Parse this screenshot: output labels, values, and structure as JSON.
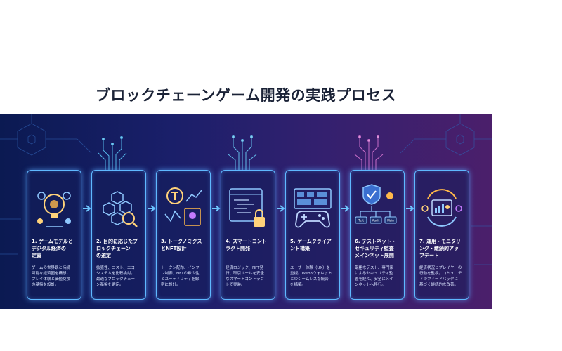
{
  "title": "ブロックチェーンゲーム開発の実践プロセス",
  "steps": [
    {
      "title": "1. ゲームモデルと\nデジタル経済の\n定義",
      "desc": "ゲームの世界観と持続\n可能な経済圏を構想。\nプレイ体験と価値交換\nの基盤を設計。",
      "icon": "bulb-gears-icon"
    },
    {
      "title": "2. 目的に応じたブ\nロックチェーン\nの選定",
      "desc": "拡張性、コスト、エコ\nシステムを比較検討。\n最適なブロックチェー\nン基盤を選定。",
      "icon": "network-magnifier-icon"
    },
    {
      "title": "3. トークノミクス\nとNFT設計",
      "desc": "トークン配布、インフ\nレ制御、NFTの希少性\nとユーティリティを綿\n密に設計。",
      "icon": "token-nft-icon"
    },
    {
      "title": "4. スマートコント\nラクト開発",
      "desc": "経済ロジック、NFT発\n行、取引ルールを安全\nなスマートコントラク\nトで実装。",
      "icon": "code-lock-icon"
    },
    {
      "title": "5. ゲームクライア\nント構築",
      "desc": "ユーザー体験（UX）を\n重視。Web3ウォレット\nとのシームレスな統合\nを構築。",
      "icon": "gamepad-icon"
    },
    {
      "title": "6. テストネット・\nセキュリティ監査\nメインネット展開",
      "desc": "厳格なテスト、専門家\nによるセキュリティ監\n査を経て、安全にメイ\nンネットへ移行。",
      "icon": "shield-check-icon"
    },
    {
      "title": "7. 運用・モニタリ\nング・継続的アッ\nプデート",
      "desc": "経済状況とプレイヤーの\n行動を監視。コミュニテ\nィのフィードバックに\n基づく継続的な改善。",
      "icon": "dashboard-cycle-icon"
    }
  ],
  "icon_labels": {
    "test": "Test",
    "audit": "Audit",
    "main": "Main"
  },
  "colors": {
    "panel_left": "#0b1a52",
    "panel_right": "#4b1f6b",
    "accent": "#5fb8ff",
    "title": "#1a2236"
  }
}
